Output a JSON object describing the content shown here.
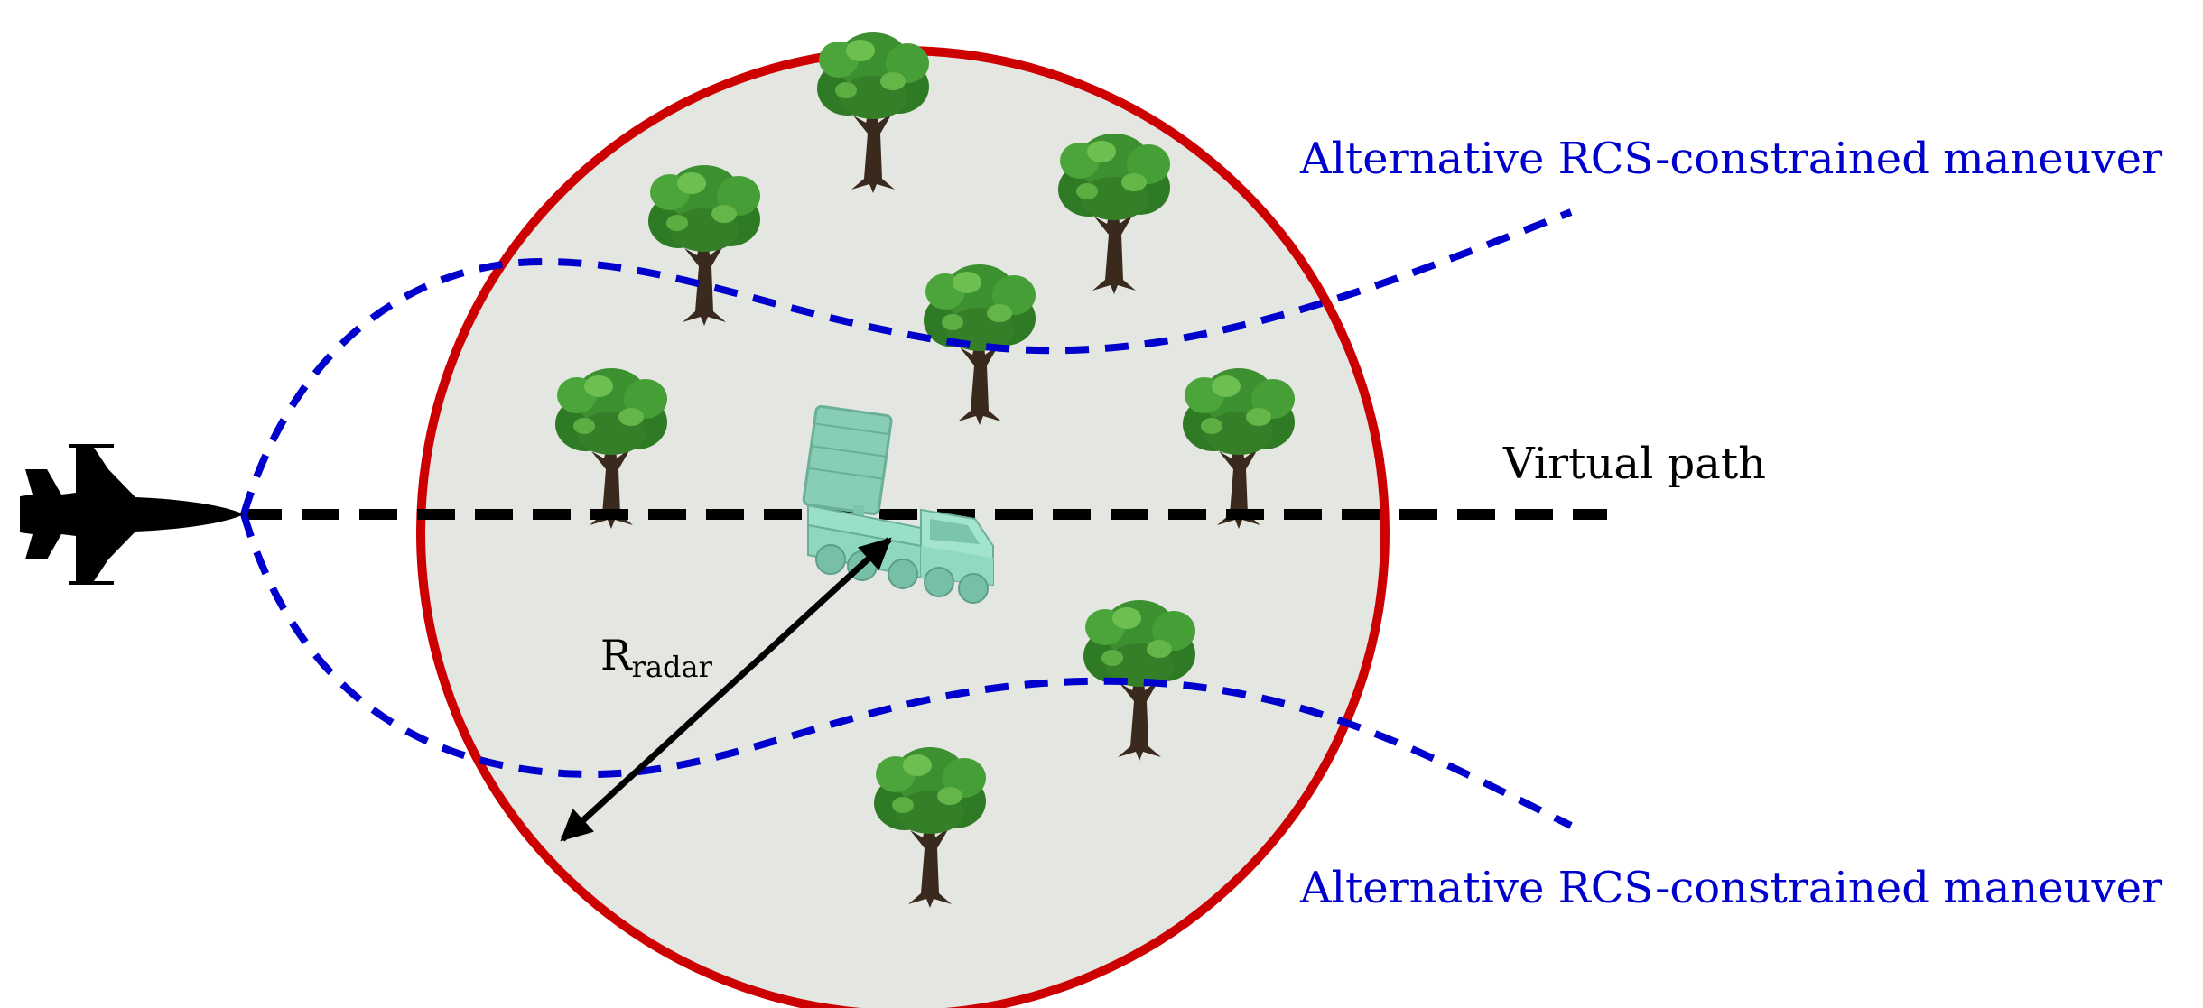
{
  "labels": {
    "virtual_path": "Virtual path",
    "maneuver_top": "Alternative RCS-constrained maneuver",
    "maneuver_bottom": "Alternative RCS-constrained maneuver",
    "radius_main": "R",
    "radius_sub": "radar"
  },
  "colors": {
    "radar_circle": "#cc0000",
    "zone_fill": "#e3e6e1",
    "maneuver_path": "#0000cc",
    "virtual_path": "#000000",
    "tree_foliage": "#3f8f2e",
    "tree_trunk": "#3a2a1e",
    "radar_vehicle": "#8fd8c0"
  },
  "icons": {
    "aircraft": "fighter-jet-icon",
    "radar": "radar-truck-icon",
    "tree": "tree-icon"
  }
}
